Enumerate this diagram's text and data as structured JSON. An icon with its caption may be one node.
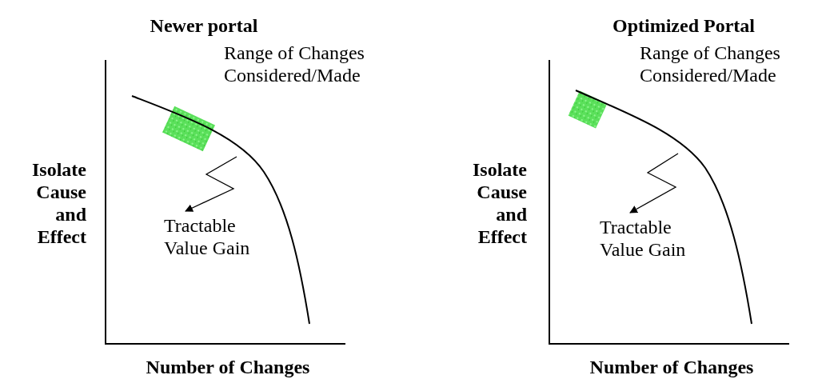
{
  "diagram": {
    "nodes": [
      {
        "text": [],
        "shape": "box",
        "beside": [
          "Range of Changes Considered/Made"
        ]
      },
      {
        "text": [
          "Tractable Value Gain"
        ]
      },
      {
        "text": [],
        "shape": "box",
        "beside": [
          "Range of Changes Considered/Made"
        ]
      },
      {
        "text": [
          "Tractable Value Gain"
        ]
      }
    ],
    "edges": [
      {
        "from": null,
        "to": 1,
        "arrow": "to"
      },
      {
        "from": null,
        "to": 3,
        "arrow": "to"
      }
    ],
    "labels": [
      "Newer portal",
      "Optimized Portal",
      "Isolate Cause and Effect",
      "Number of Changes",
      "Isolate Cause and Effect",
      "Number of Changes"
    ]
  }
}
